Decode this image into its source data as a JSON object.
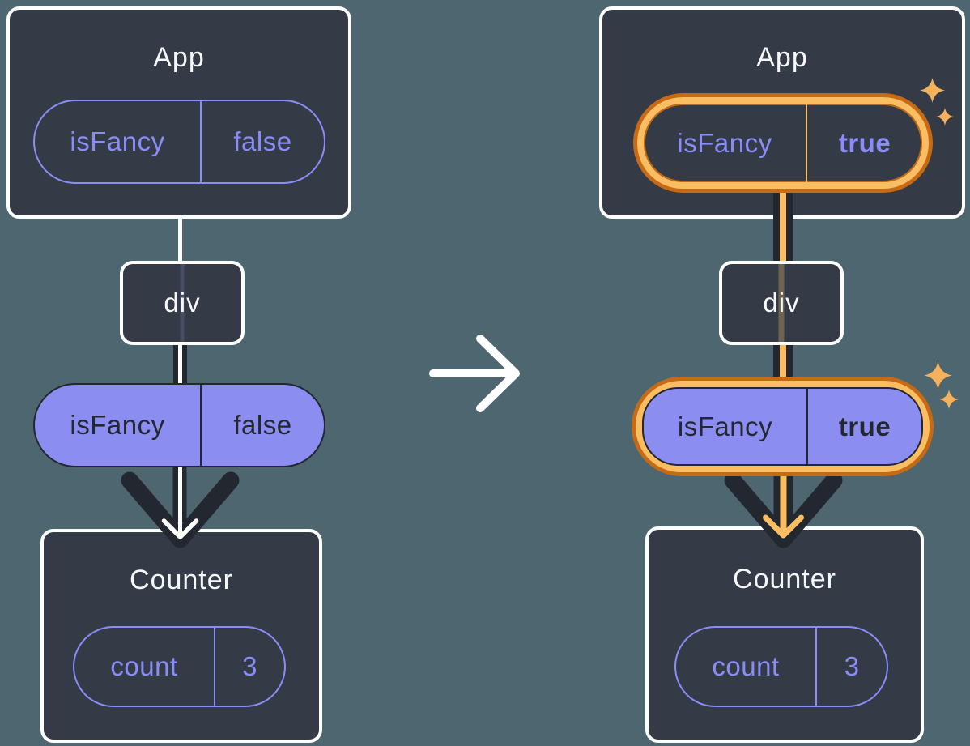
{
  "colors": {
    "background": "#4D6670",
    "box_fill": "#343B46",
    "box_border": "#FFFFFF",
    "accent_purple": "#8A8DF8",
    "pill_purple_fill": "#8B8EF0",
    "dark_line": "#23272F",
    "highlight_orange_dark": "#C76A15",
    "highlight_orange_light": "#FABD62",
    "sparkle_orange": "#F5B15C",
    "text_light": "#F6F7F9"
  },
  "before": {
    "app": {
      "title": "App",
      "prop_name": "isFancy",
      "prop_value": "false"
    },
    "div": {
      "label": "div"
    },
    "passed_prop": {
      "name": "isFancy",
      "value": "false"
    },
    "counter": {
      "title": "Counter",
      "state_name": "count",
      "state_value": "3"
    }
  },
  "after": {
    "app": {
      "title": "App",
      "prop_name": "isFancy",
      "prop_value": "true"
    },
    "div": {
      "label": "div"
    },
    "passed_prop": {
      "name": "isFancy",
      "value": "true"
    },
    "counter": {
      "title": "Counter",
      "state_name": "count",
      "state_value": "3"
    }
  },
  "transition": {
    "icon": "right-arrow"
  },
  "decorations": {
    "sparkles": "sparkle-icon"
  }
}
